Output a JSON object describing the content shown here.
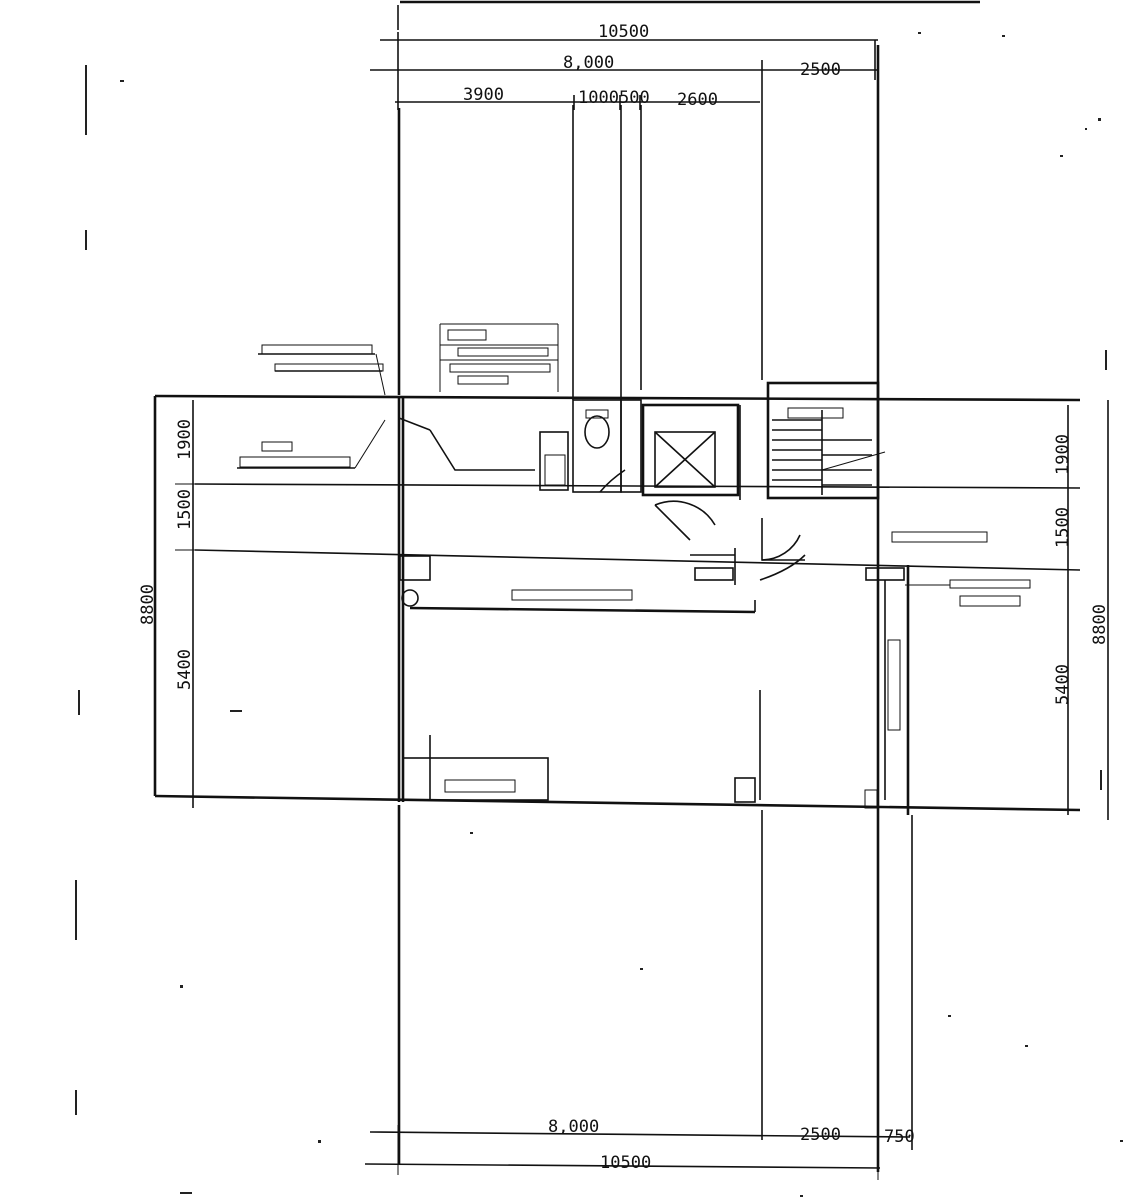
{
  "dimensions": {
    "top_overall": "10500",
    "top_left_span": "8,000",
    "top_right_span": "2500",
    "top_sub_1": "3900",
    "top_sub_2": "1000",
    "top_sub_3": "500",
    "top_sub_4": "2600",
    "left_total": "8800",
    "left_upper": "1900",
    "left_middle": "1500",
    "left_lower": "5400",
    "right_total": "8800",
    "right_upper": "1900",
    "right_middle": "1500",
    "right_lower": "5400",
    "bottom_left_span": "8,000",
    "bottom_right_span": "2500",
    "bottom_extra": "750",
    "bottom_overall": "10500"
  },
  "colors": {
    "line": "#111111",
    "paper": "#ffffff"
  }
}
